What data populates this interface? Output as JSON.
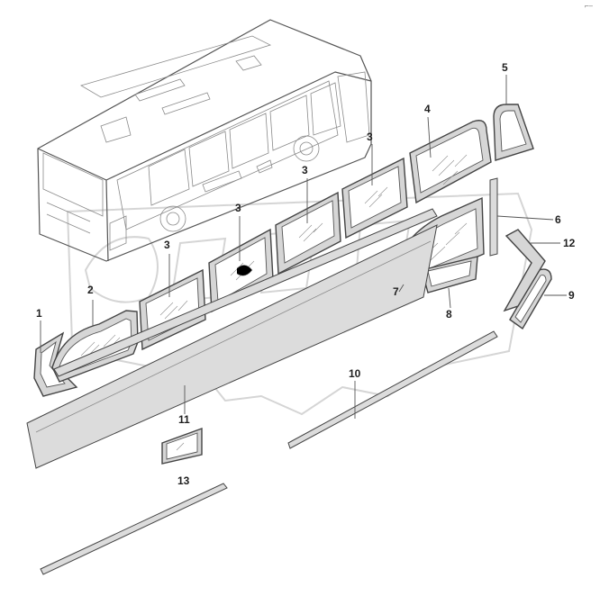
{
  "corner_mark": "⌐–",
  "callouts": [
    {
      "id": "c1",
      "text": "1"
    },
    {
      "id": "c2",
      "text": "2"
    },
    {
      "id": "c3a",
      "text": "3"
    },
    {
      "id": "c3b",
      "text": "3"
    },
    {
      "id": "c3c",
      "text": "3"
    },
    {
      "id": "c3d",
      "text": "3"
    },
    {
      "id": "c4",
      "text": "4"
    },
    {
      "id": "c5",
      "text": "5"
    },
    {
      "id": "c6",
      "text": "6"
    },
    {
      "id": "c7",
      "text": "7"
    },
    {
      "id": "c8",
      "text": "8"
    },
    {
      "id": "c9",
      "text": "9"
    },
    {
      "id": "c10",
      "text": "10"
    },
    {
      "id": "c11",
      "text": "11"
    },
    {
      "id": "c12",
      "text": "12"
    },
    {
      "id": "c13",
      "text": "13"
    }
  ],
  "colors": {
    "line": "#444444",
    "frame_fill": "#d6d6d6",
    "watermark": "#d5d5d5",
    "background": "#ffffff"
  }
}
